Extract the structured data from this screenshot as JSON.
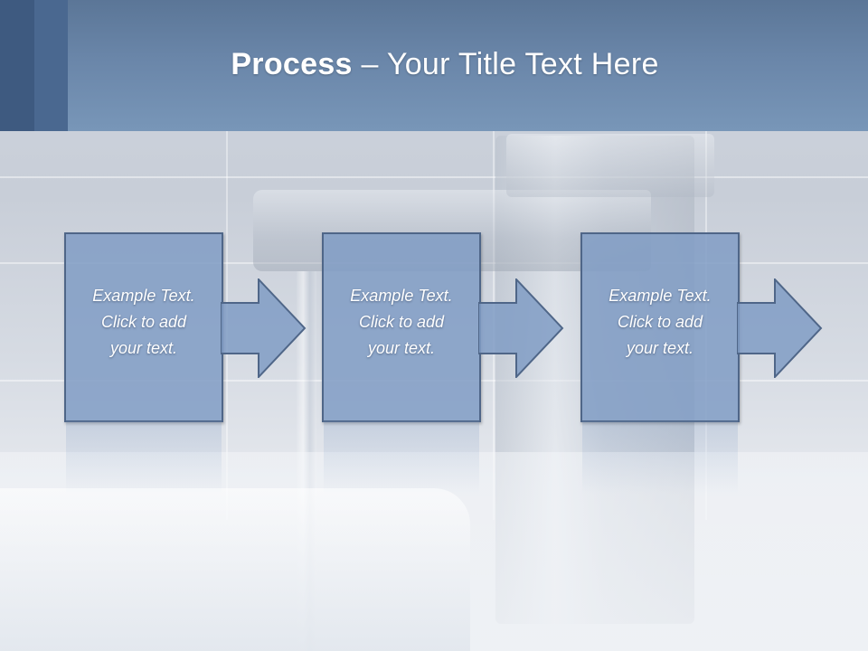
{
  "slide": {
    "title_bold": "Process",
    "title_rest": " – Your Title Text Here"
  },
  "steps": [
    {
      "text": "Example Text.\nClick  to add\nyour text."
    },
    {
      "text": "Example Text.\nClick  to add\nyour text."
    },
    {
      "text": "Example Text.\nClick  to add\nyour text."
    }
  ],
  "colors": {
    "header": "#6a86a9",
    "box_fill": "#809cc4",
    "box_border": "#4f6688",
    "text": "#ffffff"
  },
  "icons": {
    "step_connector": "right-arrow-icon"
  }
}
